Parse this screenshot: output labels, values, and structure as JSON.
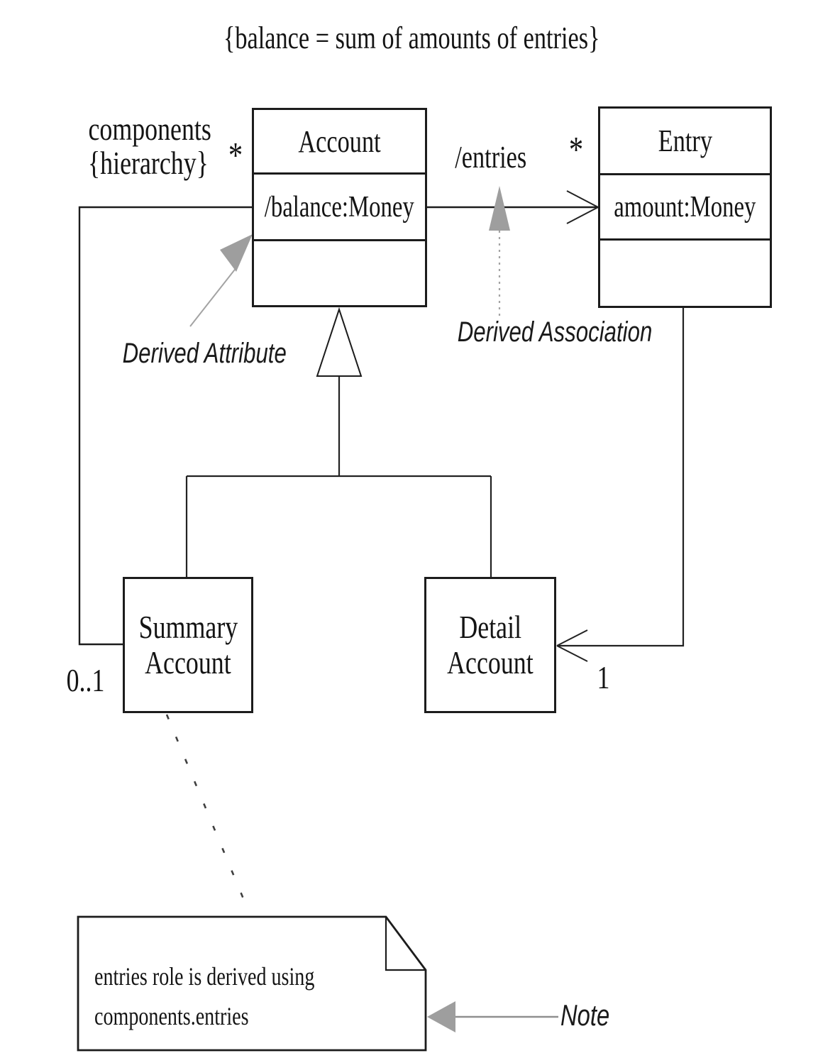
{
  "diagram": {
    "constraint_text": "{balance = sum of amounts of entries}",
    "account": {
      "name": "Account",
      "attribute": "/balance:Money"
    },
    "entry": {
      "name": "Entry",
      "attribute": "amount:Money"
    },
    "summary_account": {
      "name_line1": "Summary",
      "name_line2": "Account"
    },
    "detail_account": {
      "name_line1": "Detail",
      "name_line2": "Account"
    },
    "entries_association": {
      "role": "/entries",
      "multiplicity": "*"
    },
    "components_association": {
      "role": "components",
      "constraint": "{hierarchy}",
      "account_end_multiplicity": "*",
      "summary_end_multiplicity": "0..1"
    },
    "detail_entry_association": {
      "detail_end_multiplicity": "1"
    },
    "annotations": {
      "derived_attribute": "Derived Attribute",
      "derived_association": "Derived Association",
      "note_label": "Note"
    },
    "note": {
      "text_line1": "entries role is derived using",
      "text_line2": "components.entries"
    },
    "colors": {
      "line": "#1c1c1c",
      "annotation_gray": "#9e9e9e",
      "background": "#ffffff"
    }
  }
}
